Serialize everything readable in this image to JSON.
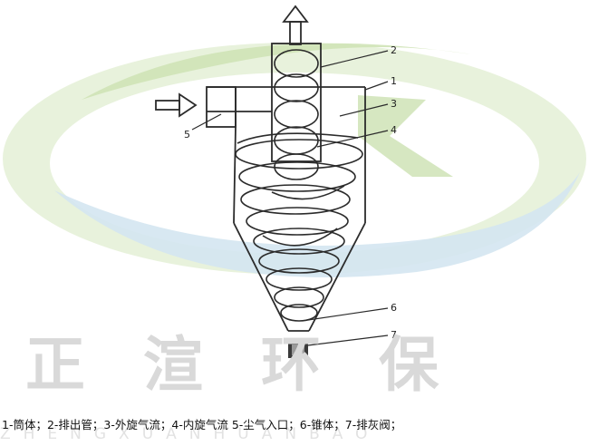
{
  "watermark": {
    "text": "正渲环保",
    "subtext": "ZHENGXUANHUANBAO"
  },
  "labels": {
    "l1": "1",
    "l2": "2",
    "l3": "3",
    "l4": "4",
    "l5": "5",
    "l6": "6",
    "l7": "7"
  },
  "caption": "1-筒体；2-排出管；3-外旋气流；4-内旋气流 5-尘气入口；6-锥体；7-排灰阀；",
  "colors": {
    "line": "#2b2b2b",
    "watermark_green": "#c9dfae",
    "watermark_blue": "#c7dcea",
    "watermark_text": "#d9d9d9"
  },
  "icons": {
    "outlet_arrow": "arrow-up-icon",
    "inlet_arrow": "arrow-right-icon"
  }
}
